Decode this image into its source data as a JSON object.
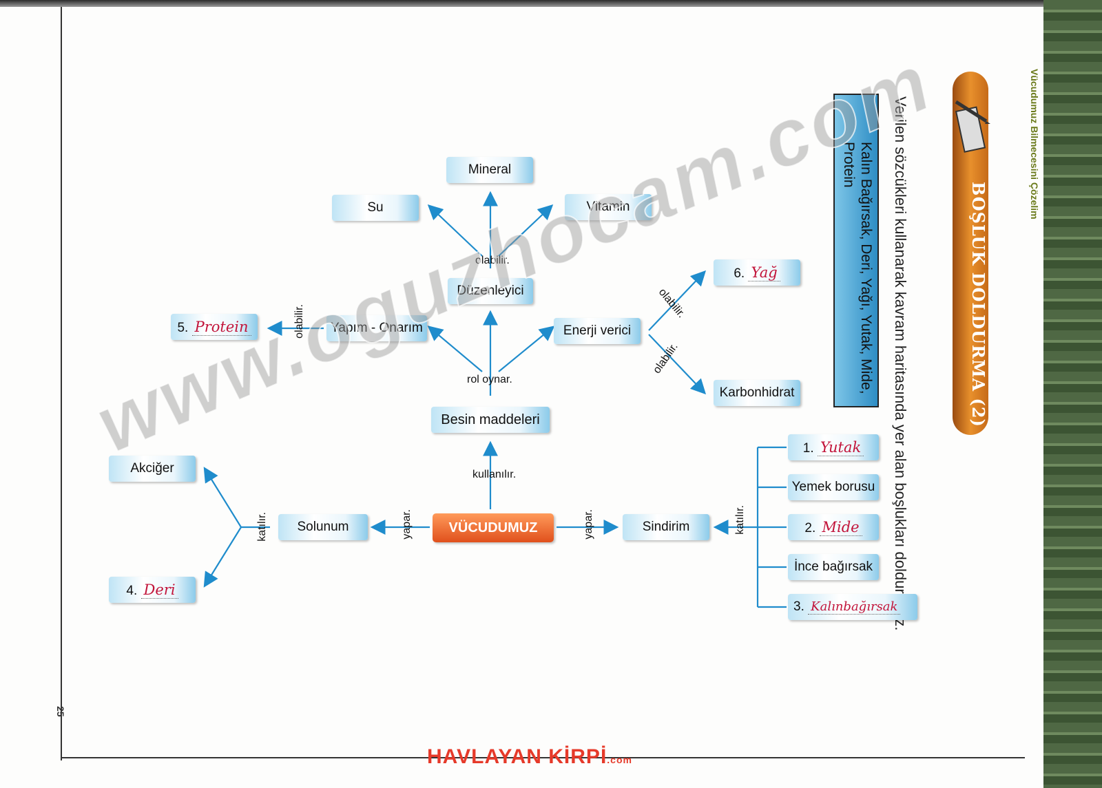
{
  "header": {
    "chapter_title": "Vücudumuz Bilmecesini Çözelim",
    "section_title": "BOŞLUK DOLDURMA (2)"
  },
  "instructions": "Verilen sözcükleri kullanarak kavram haritasında yer alan boşlukları doldurunuz.",
  "word_bank": "Kalın Bağırsak, Deri, Yağı, Yutak, Mide, Protein",
  "concept_map": {
    "center": "VÜCUDUMUZ",
    "besin": "Besin maddeleri",
    "yapim": "Yapım - Onarım",
    "enerji": "Enerji verici",
    "duzenleyici": "Düzenleyici",
    "mineral": "Mineral",
    "su": "Su",
    "vitamin": "Vitamin",
    "karbonhidrat": "Karbonhidrat",
    "sindirim": "Sindirim",
    "solunum": "Solunum",
    "akciger": "Akciğer",
    "yemek_borusu": "Yemek borusu",
    "ince_bagirsak": "İnce bağırsak",
    "blanks": [
      {
        "num": "1.",
        "answer": "Yutak"
      },
      {
        "num": "2.",
        "answer": "Mide"
      },
      {
        "num": "3.",
        "answer": "Kalınbağırsak"
      },
      {
        "num": "4.",
        "answer": "Deri"
      },
      {
        "num": "5.",
        "answer": "Protein"
      },
      {
        "num": "6.",
        "answer": "Yağ"
      }
    ],
    "link_labels": {
      "kullanilir": "kullanılır.",
      "rol_oynar": "rol oynar.",
      "olabilir": "olabilir.",
      "yapar": "yapar.",
      "katilir": "katılır."
    }
  },
  "page_number": "25",
  "watermark": "www.oguzhocam.com",
  "footer_logo": {
    "main": "HAVLAYAN KİRPİ",
    "suffix": ".com"
  },
  "colors": {
    "accent": "#e8902c",
    "arrow": "#1f8ccc",
    "answer": "#c2143a"
  }
}
